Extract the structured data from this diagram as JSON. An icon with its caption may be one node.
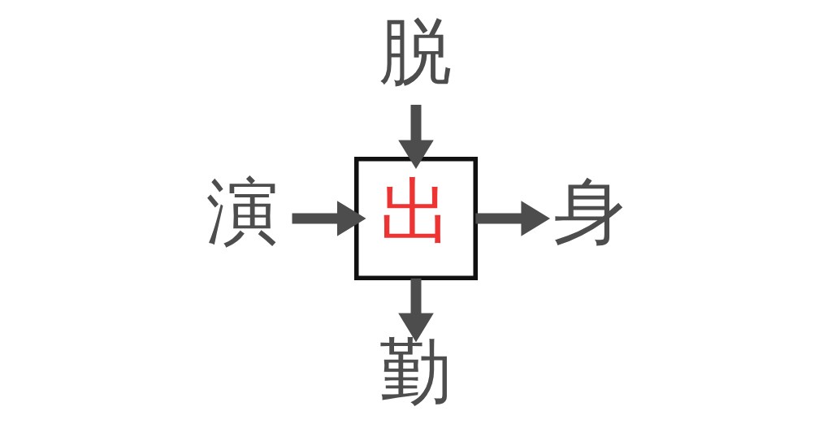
{
  "diagram": {
    "nodes": [
      {
        "text": [
          "脱"
        ]
      },
      {
        "text": [
          "演"
        ]
      },
      {
        "text": [
          "出"
        ]
      },
      {
        "text": [
          "身"
        ]
      },
      {
        "text": [
          "勤"
        ]
      }
    ],
    "edges": [
      {
        "from": 0,
        "to": 2,
        "arrow": "to"
      },
      {
        "from": 1,
        "to": 2,
        "arrow": "to"
      },
      {
        "from": 2,
        "to": 3,
        "arrow": "to"
      },
      {
        "from": 2,
        "to": 4,
        "arrow": "to"
      }
    ]
  }
}
